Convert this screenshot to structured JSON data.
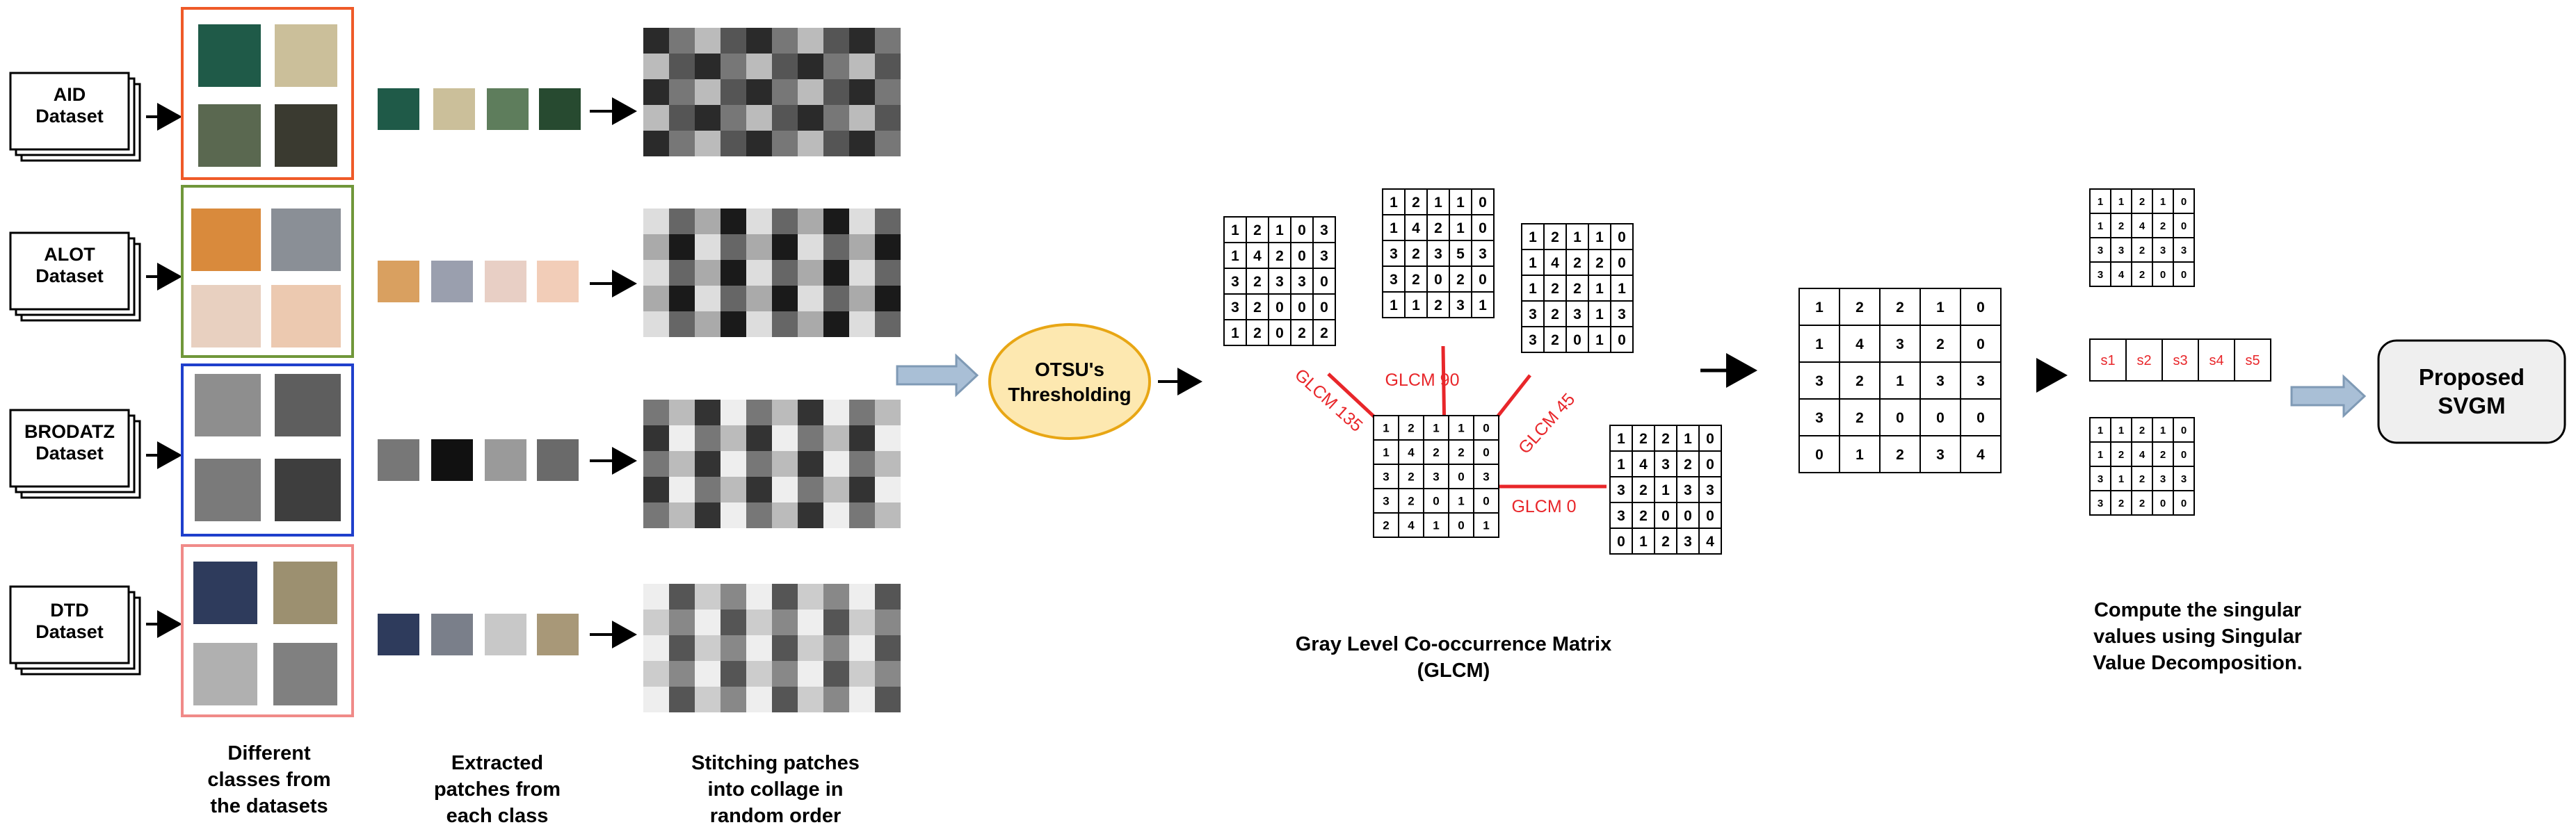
{
  "datasets": [
    {
      "name": "AID",
      "label": "Dataset",
      "frame_color": "#ef5a28",
      "samples": [
        "#1f5a48",
        "#cbbf9a",
        "#5a6850",
        "#3a3a30"
      ],
      "patches": [
        "#1f5a48",
        "#cbbf9a",
        "#5e7d5c",
        "#274a30"
      ],
      "collage": [
        "#2a2a2a",
        "#777777",
        "#bbbbbb",
        "#555555"
      ]
    },
    {
      "name": "ALOT",
      "label": "Dataset",
      "frame_color": "#70973a",
      "samples": [
        "#d98a3c",
        "#8a8f96",
        "#e8d0c0",
        "#ecc9b0"
      ],
      "patches": [
        "#d9a060",
        "#9a9fae",
        "#e8cfc5",
        "#f2cdb8"
      ],
      "collage": [
        "#1a1a1a",
        "#dddddd",
        "#666666",
        "#aaaaaa"
      ]
    },
    {
      "name": "BRODATZ",
      "label": "Dataset",
      "frame_color": "#1f3fcc",
      "samples": [
        "#8e8e8e",
        "#5e5e5e",
        "#7a7a7a",
        "#3e3e3e"
      ],
      "patches": [
        "#777777",
        "#111111",
        "#9a9a9a",
        "#6a6a6a"
      ],
      "collage": [
        "#333333",
        "#eeeeee",
        "#777777",
        "#bbbbbb"
      ]
    },
    {
      "name": "DTD",
      "label": "Dataset",
      "frame_color": "#f08a88",
      "samples": [
        "#2e3b5c",
        "#9c9070",
        "#b0b0b0",
        "#808080"
      ],
      "patches": [
        "#2e3b5c",
        "#7a7f8a",
        "#c8c8c8",
        "#a89878"
      ],
      "collage": [
        "#555555",
        "#cccccc",
        "#888888",
        "#eeeeee"
      ]
    }
  ],
  "captions": {
    "classes": [
      "Different",
      "classes from",
      "the datasets"
    ],
    "patches": [
      "Extracted",
      "patches from",
      "each class"
    ],
    "collage": [
      "Stitching patches",
      "into collage in",
      "random order"
    ]
  },
  "otsu": {
    "line1": "OTSU's",
    "line2": "Thresholding",
    "fill": "#fde8b0",
    "stroke": "#e8a614"
  },
  "glcm": {
    "center": [
      [
        1,
        2,
        1,
        1,
        0
      ],
      [
        1,
        4,
        2,
        2,
        0
      ],
      [
        3,
        2,
        3,
        0,
        3
      ],
      [
        3,
        2,
        0,
        1,
        0
      ],
      [
        2,
        4,
        1,
        0,
        1
      ]
    ],
    "m135": [
      [
        1,
        2,
        1,
        0,
        3
      ],
      [
        1,
        4,
        2,
        0,
        3
      ],
      [
        3,
        2,
        3,
        3,
        0
      ],
      [
        3,
        2,
        0,
        0,
        0
      ],
      [
        1,
        2,
        0,
        2,
        2
      ]
    ],
    "m90": [
      [
        1,
        2,
        1,
        1,
        0
      ],
      [
        1,
        4,
        2,
        1,
        0
      ],
      [
        3,
        2,
        3,
        5,
        3
      ],
      [
        3,
        2,
        0,
        2,
        0
      ],
      [
        1,
        1,
        2,
        3,
        1
      ]
    ],
    "m45": [
      [
        1,
        2,
        1,
        1,
        0
      ],
      [
        1,
        4,
        2,
        2,
        0
      ],
      [
        1,
        2,
        2,
        1,
        1
      ],
      [
        3,
        2,
        3,
        1,
        3
      ],
      [
        3,
        2,
        0,
        1,
        0
      ]
    ],
    "m0": [
      [
        1,
        2,
        2,
        1,
        0
      ],
      [
        1,
        4,
        3,
        2,
        0
      ],
      [
        3,
        2,
        1,
        3,
        3
      ],
      [
        3,
        2,
        0,
        0,
        0
      ],
      [
        0,
        1,
        2,
        3,
        4
      ]
    ],
    "labels": {
      "a135": "GLCM 135",
      "a90": "GLCM 90",
      "a45": "GLCM 45",
      "a0": "GLCM 0"
    },
    "caption": [
      "Gray Level Co-occurrence Matrix",
      "(GLCM)"
    ]
  },
  "combined": [
    [
      1,
      2,
      2,
      1,
      0
    ],
    [
      1,
      4,
      3,
      2,
      0
    ],
    [
      3,
      2,
      1,
      3,
      3
    ],
    [
      3,
      2,
      0,
      0,
      0
    ],
    [
      0,
      1,
      2,
      3,
      4
    ]
  ],
  "svd": {
    "top": [
      [
        1,
        1,
        2,
        1,
        0
      ],
      [
        1,
        2,
        4,
        2,
        0
      ],
      [
        3,
        3,
        2,
        3,
        3
      ],
      [
        3,
        4,
        2,
        0,
        0
      ]
    ],
    "bottom": [
      [
        1,
        1,
        2,
        1,
        0
      ],
      [
        1,
        2,
        4,
        2,
        0
      ],
      [
        3,
        1,
        2,
        3,
        3
      ],
      [
        3,
        2,
        2,
        0,
        0
      ]
    ],
    "singular": [
      "s1",
      "s2",
      "s3",
      "s4",
      "s5"
    ],
    "caption": [
      "Compute the singular",
      "values using Singular",
      "Value Decomposition."
    ]
  },
  "result": {
    "line1": "Proposed",
    "line2": "SVGM"
  },
  "colors": {
    "red": "#e8262a",
    "arrow_block": "#a9bfd6",
    "arrow_block_stroke": "#7f9ab5",
    "result_fill": "#efefef"
  }
}
